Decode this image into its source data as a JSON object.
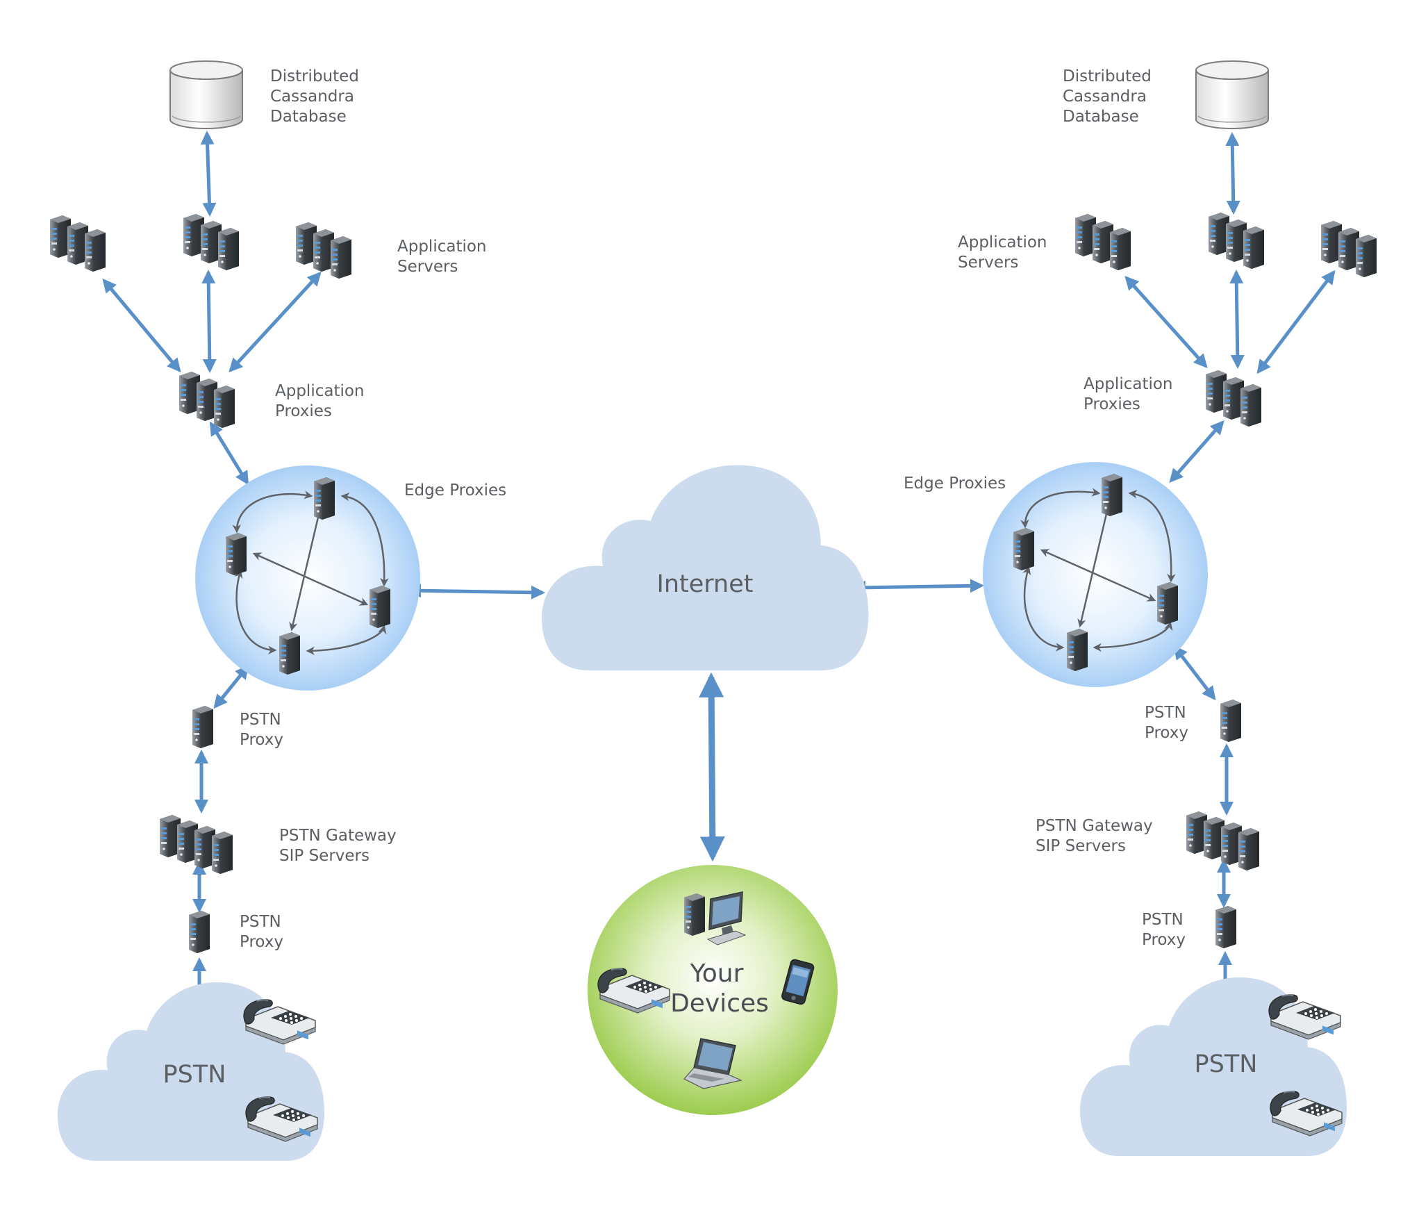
{
  "labels": {
    "db_left": [
      "Distributed",
      "Cassandra",
      "Database"
    ],
    "db_right": [
      "Distributed",
      "Cassandra",
      "Database"
    ],
    "app_servers_left": [
      "Application",
      "Servers"
    ],
    "app_servers_right": [
      "Application",
      "Servers"
    ],
    "app_proxies_left": [
      "Application",
      "Proxies"
    ],
    "app_proxies_right": [
      "Application",
      "Proxies"
    ],
    "edge_left": "Edge Proxies",
    "edge_right": "Edge Proxies",
    "internet": "Internet",
    "pstn_proxy_left_top": [
      "PSTN",
      "Proxy"
    ],
    "pstn_proxy_left_bottom": [
      "PSTN",
      "Proxy"
    ],
    "pstn_proxy_right_top": [
      "PSTN",
      "Proxy"
    ],
    "pstn_proxy_right_bottom": [
      "PSTN",
      "Proxy"
    ],
    "gateway_left": [
      "PSTN Gateway",
      "SIP Servers"
    ],
    "gateway_right": [
      "PSTN Gateway",
      "SIP Servers"
    ],
    "pstn_left": "PSTN",
    "pstn_right": "PSTN",
    "devices": [
      "Your",
      "Devices"
    ]
  },
  "icons": [
    "database-icon",
    "server-rack-icon",
    "server-icon",
    "desk-phone-icon",
    "desktop-computer-icon",
    "smartphone-icon",
    "laptop-icon",
    "cloud-icon"
  ],
  "colors": {
    "link": "#5a90c8",
    "cloud": "#ccdcee",
    "edge_sphere": "#b6d7f7",
    "devices_sphere": "#a6d25a",
    "label": "#5b5f63"
  }
}
